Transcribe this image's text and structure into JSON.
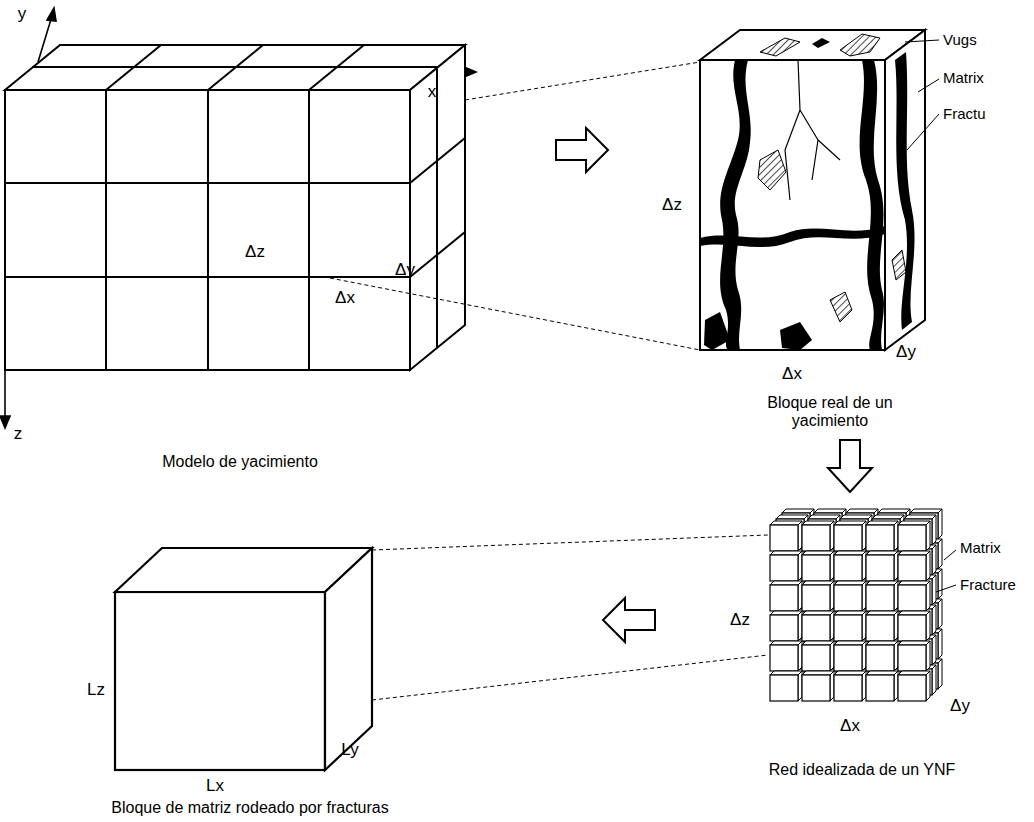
{
  "diagram": {
    "labels": [
      "y",
      "x",
      "z",
      "Δz",
      "Δx",
      "Δy",
      "Modelo de yacimiento",
      "Vugs",
      "Matrix",
      "Fractu",
      "Δz",
      "Δx",
      "Δy",
      "Bloque real de un yacimiento",
      "Matrix",
      "Fracture",
      "Δz",
      "Δx",
      "Δy",
      "Red idealizada de un YNF",
      "Lz",
      "Lx",
      "Ly",
      "Bloque de matriz rodeado por fracturas"
    ]
  }
}
